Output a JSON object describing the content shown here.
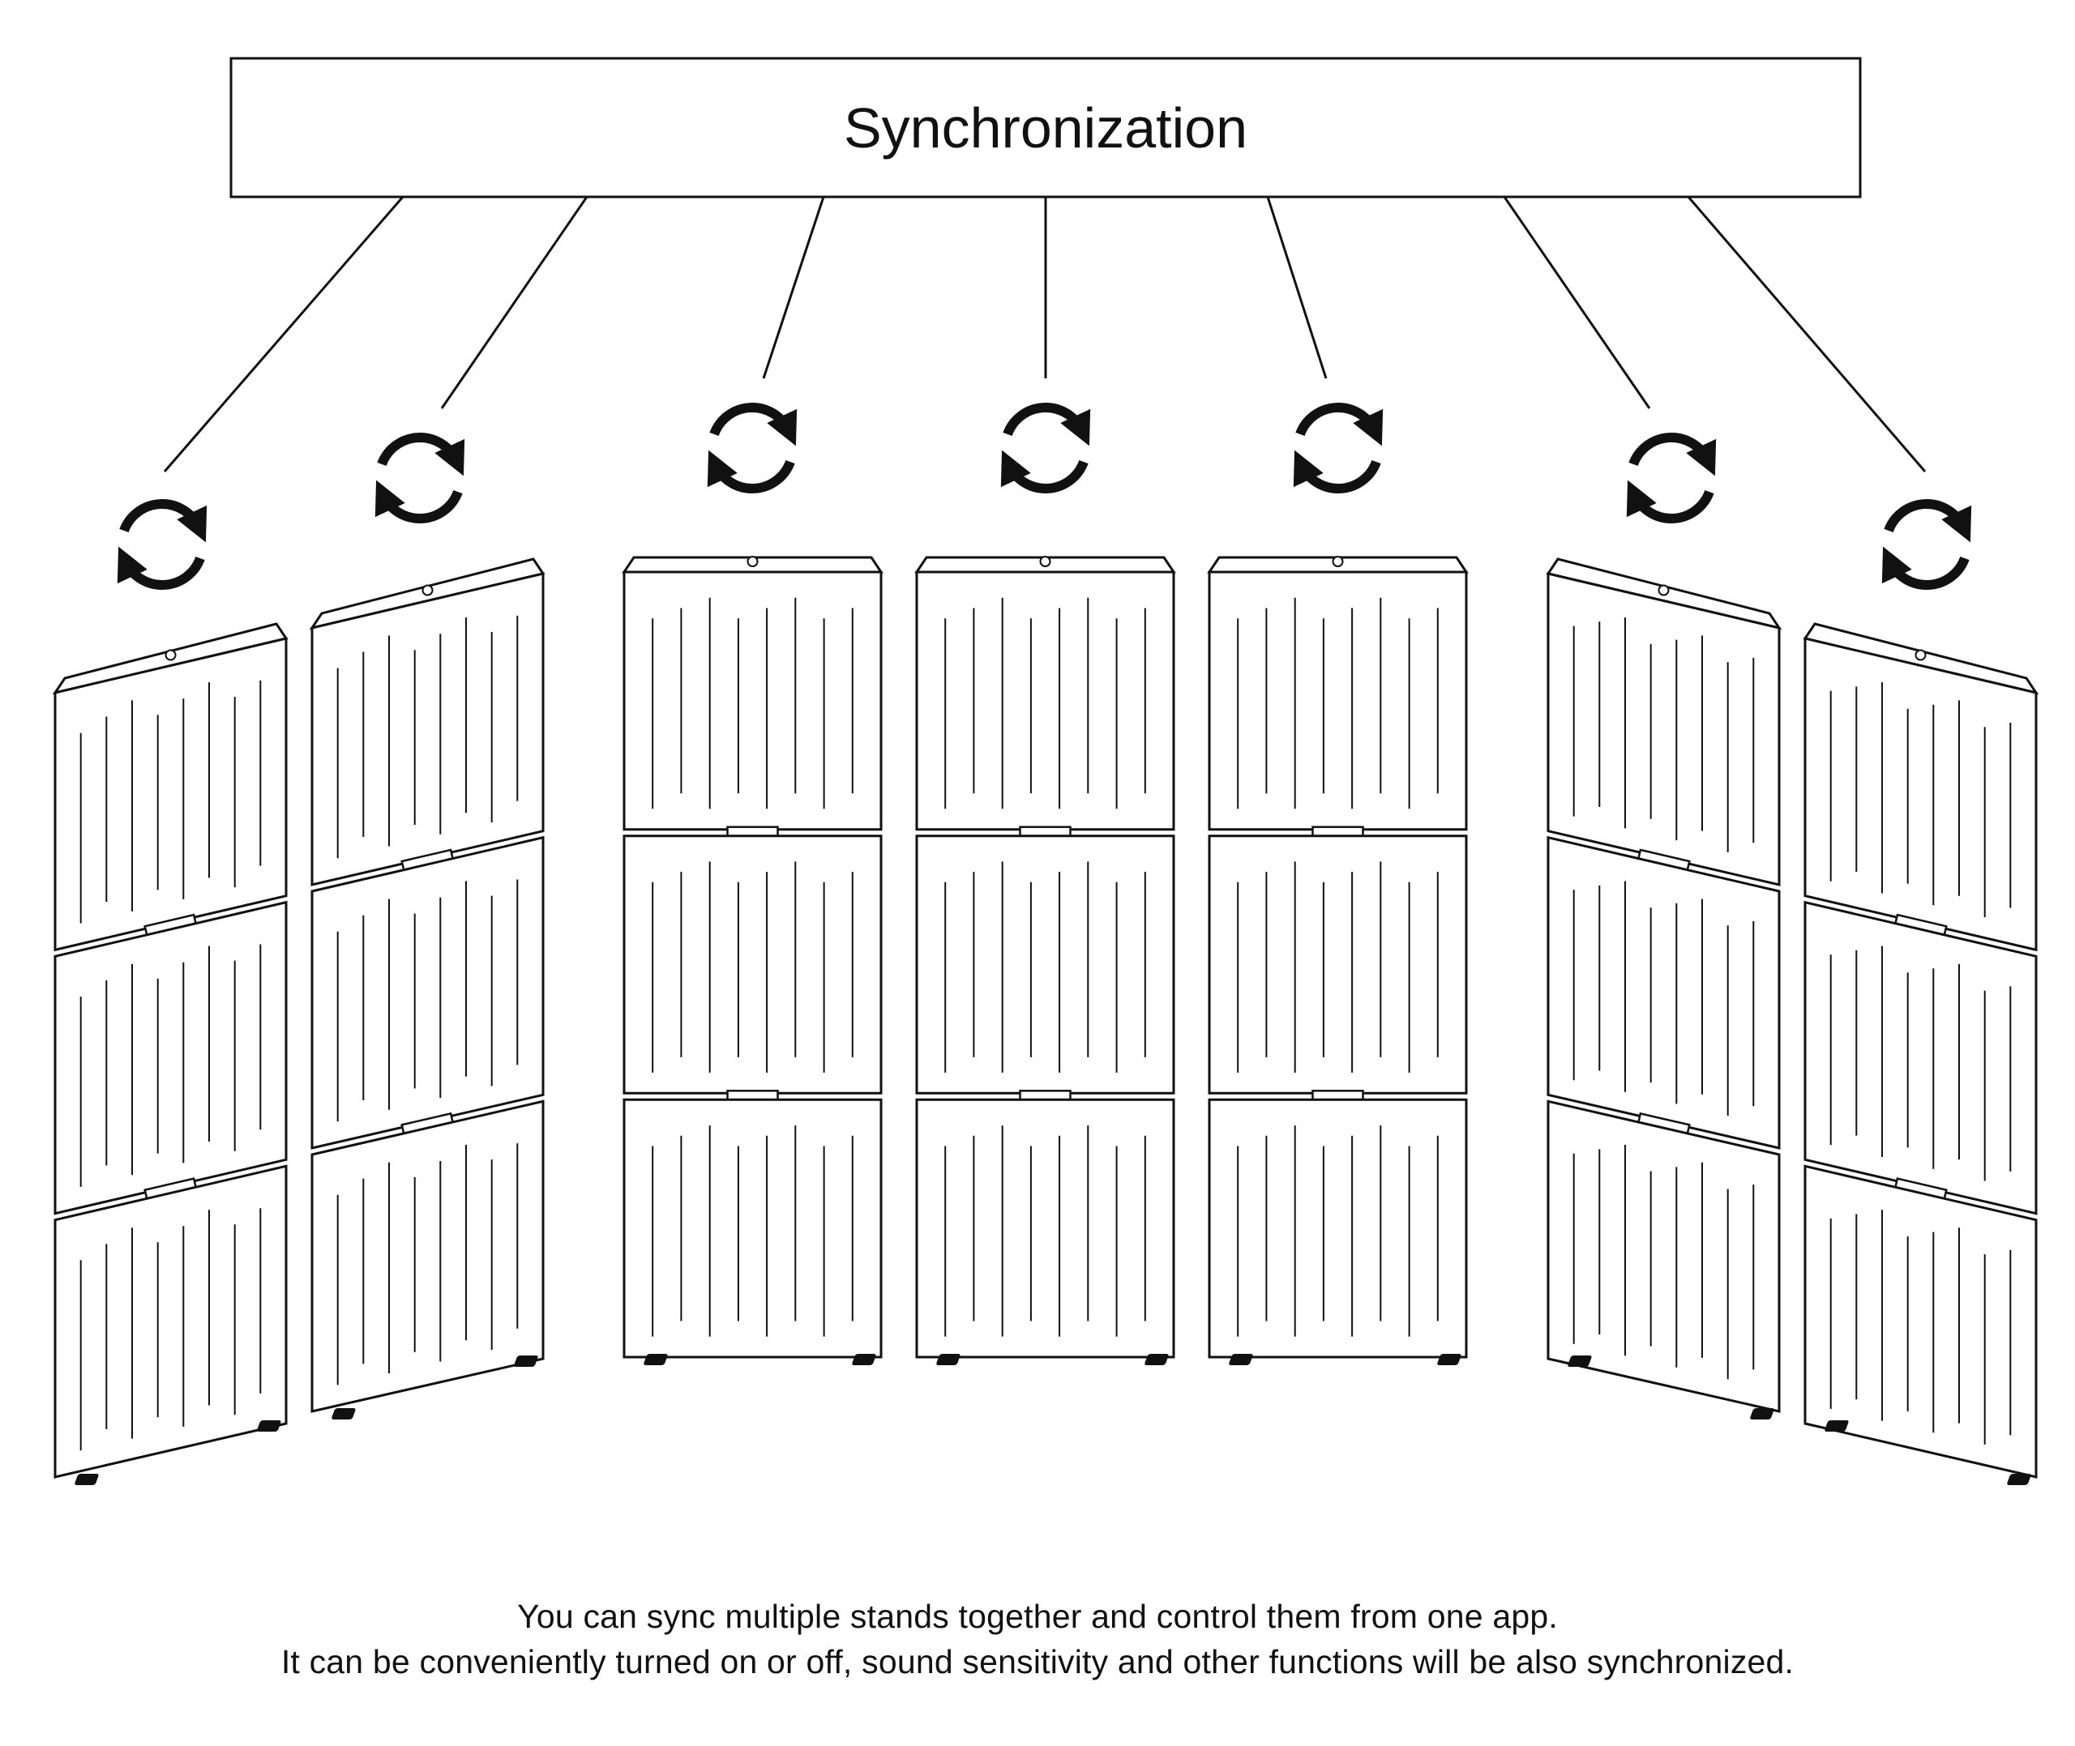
{
  "title": "Synchronization",
  "caption": {
    "line1": "You can sync multiple stands together and control them from one app.",
    "line2": "It can be conveniently turned on or off, sound sensitivity and other functions will be also synchronized."
  },
  "colors": {
    "stroke": "#111111",
    "background": "#ffffff"
  },
  "stands": [
    {
      "name": "stand-1",
      "orientation": "angled-right",
      "panels": 3
    },
    {
      "name": "stand-2",
      "orientation": "angled-right",
      "panels": 3
    },
    {
      "name": "stand-3",
      "orientation": "front",
      "panels": 3
    },
    {
      "name": "stand-4",
      "orientation": "front",
      "panels": 3
    },
    {
      "name": "stand-5",
      "orientation": "front",
      "panels": 3
    },
    {
      "name": "stand-6",
      "orientation": "angled-left",
      "panels": 3
    },
    {
      "name": "stand-7",
      "orientation": "angled-left",
      "panels": 3
    }
  ],
  "sync_icon": "sync-arrows-icon"
}
